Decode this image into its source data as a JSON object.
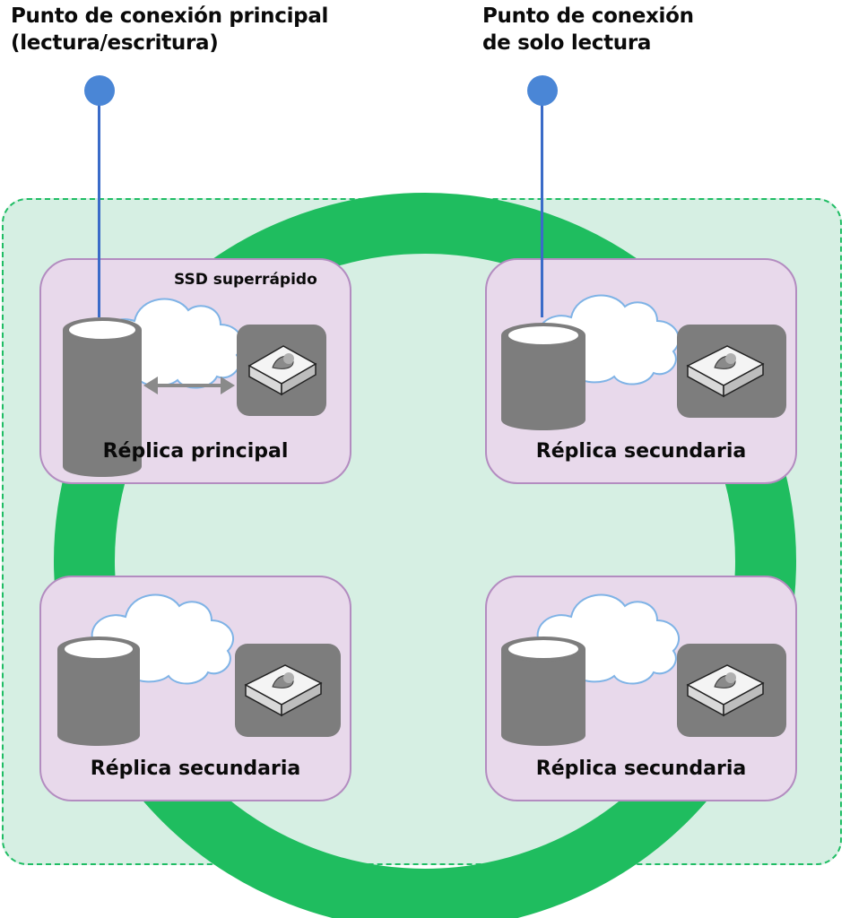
{
  "diagram": {
    "title": "AG Always On",
    "endpoints": [
      {
        "id": "primary",
        "label_line1": "Punto de conexión principal",
        "label_line2": "(lectura/escritura)",
        "connects_to": "Réplica principal"
      },
      {
        "id": "readonly",
        "label_line1": "Punto de conexión",
        "label_line2": "de solo lectura",
        "connects_to": "Réplica secundaria"
      }
    ],
    "replicas": [
      {
        "label": "Réplica principal",
        "role": "primary",
        "badge": "SSD superrápido",
        "has_arrow": true
      },
      {
        "label": "Réplica secundaria",
        "role": "secondary",
        "badge": "",
        "has_arrow": false
      },
      {
        "label": "Réplica secundaria",
        "role": "secondary",
        "badge": "",
        "has_arrow": false
      },
      {
        "label": "Réplica secundaria",
        "role": "secondary",
        "badge": "",
        "has_arrow": false
      }
    ],
    "colors": {
      "ring": "#1fbd5f",
      "cluster_fill": "#d6efe3",
      "replica_fill": "#e8d9eb",
      "endpoint": "#4a86d6",
      "database": "#7d7d7d"
    }
  }
}
